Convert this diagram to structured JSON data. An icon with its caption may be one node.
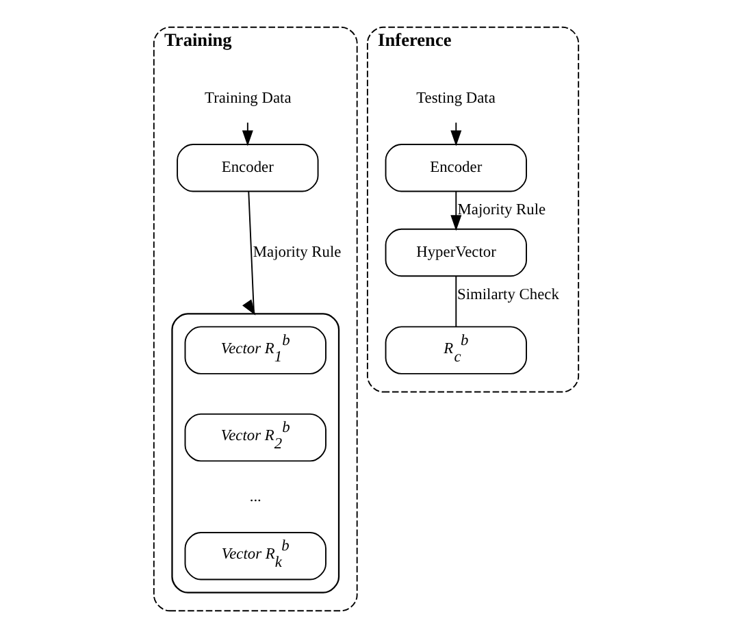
{
  "diagram": {
    "nodes": [
      {
        "text": [
          "Training"
        ]
      },
      {
        "text": [
          "Training Data"
        ],
        "in": 0
      },
      {
        "text": [
          "Encoder"
        ],
        "in": 0
      },
      {
        "text": [],
        "shape": "box",
        "in": 0
      },
      {
        "text": [
          "Vector R$_{1}$$^{b}$"
        ],
        "in": 3
      },
      {
        "text": [
          "Vector R$_{2}$$^{b}$"
        ],
        "in": 3
      },
      {
        "text": [
          "Vector R$_{k}$$^{b}$"
        ],
        "in": 3
      },
      {
        "text": [
          "Inference"
        ]
      },
      {
        "text": [
          "Testing Data"
        ],
        "in": 7
      },
      {
        "text": [
          "Encoder"
        ],
        "in": 7
      },
      {
        "text": [
          "HyperVector"
        ],
        "in": 7
      },
      {
        "text": [
          "R$_{c}$$^{b}$"
        ],
        "in": 7
      }
    ],
    "edges": [
      {
        "from": 1,
        "to": 2,
        "arrow": "to"
      },
      {
        "from": 2,
        "to": 3,
        "arrow": "to",
        "label": "Majority Rule"
      },
      {
        "from": 8,
        "to": 9,
        "arrow": "to"
      },
      {
        "from": 9,
        "to": 10,
        "arrow": "to",
        "label": "Majority Rule"
      },
      {
        "from": 10,
        "to": 11,
        "arrow": "none",
        "label": "Similarty Check"
      }
    ],
    "labels": [
      "..."
    ]
  }
}
